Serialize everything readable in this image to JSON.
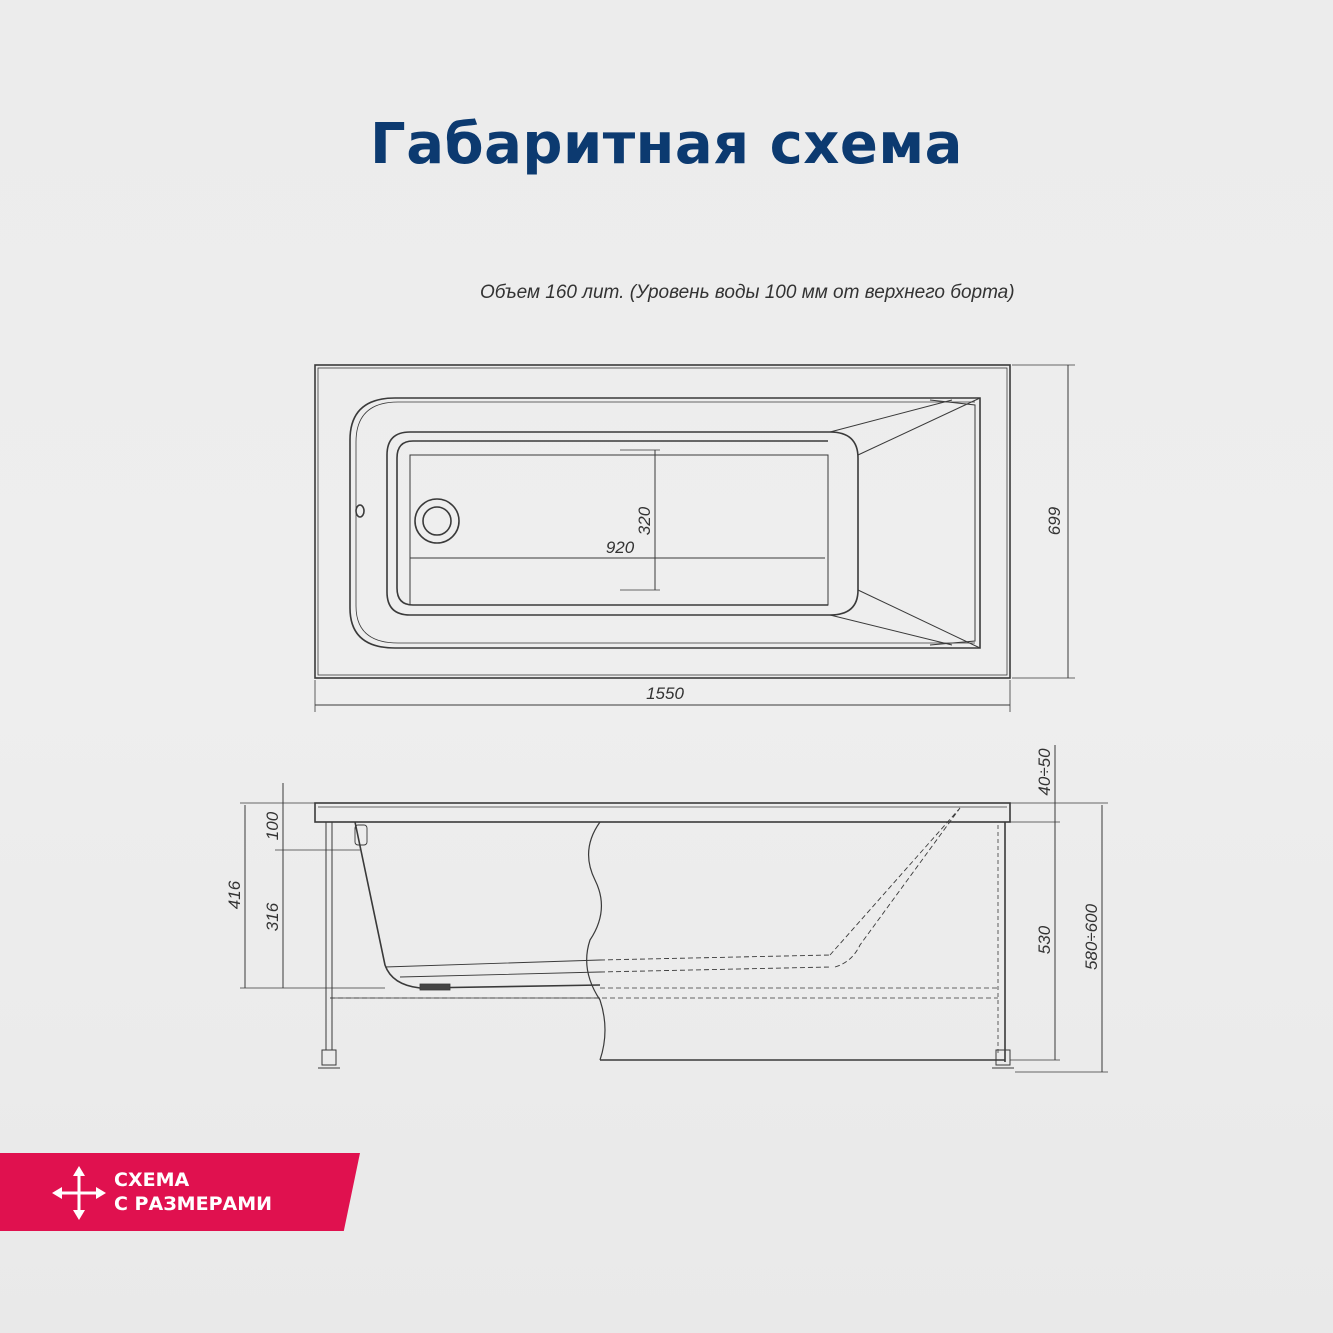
{
  "title": "Габаритная схема",
  "note": "Объем 160 лит. (Уровень воды 100 мм от верхнего борта)",
  "top_view": {
    "length": "1550",
    "width": "699",
    "inner_length": "920",
    "inner_width": "320"
  },
  "side_view": {
    "total_depth": "416",
    "water_gap": "100",
    "water_depth": "316",
    "leg_adjust": "40÷50",
    "panel_height": "530",
    "total_height": "580÷600"
  },
  "badge": {
    "line1": "СХЕМА",
    "line2": "С РАЗМЕРАМИ",
    "icon": "move-arrows-icon",
    "color": "#e0114f"
  },
  "colors": {
    "title": "#0c3a70",
    "lines": "#333333"
  }
}
